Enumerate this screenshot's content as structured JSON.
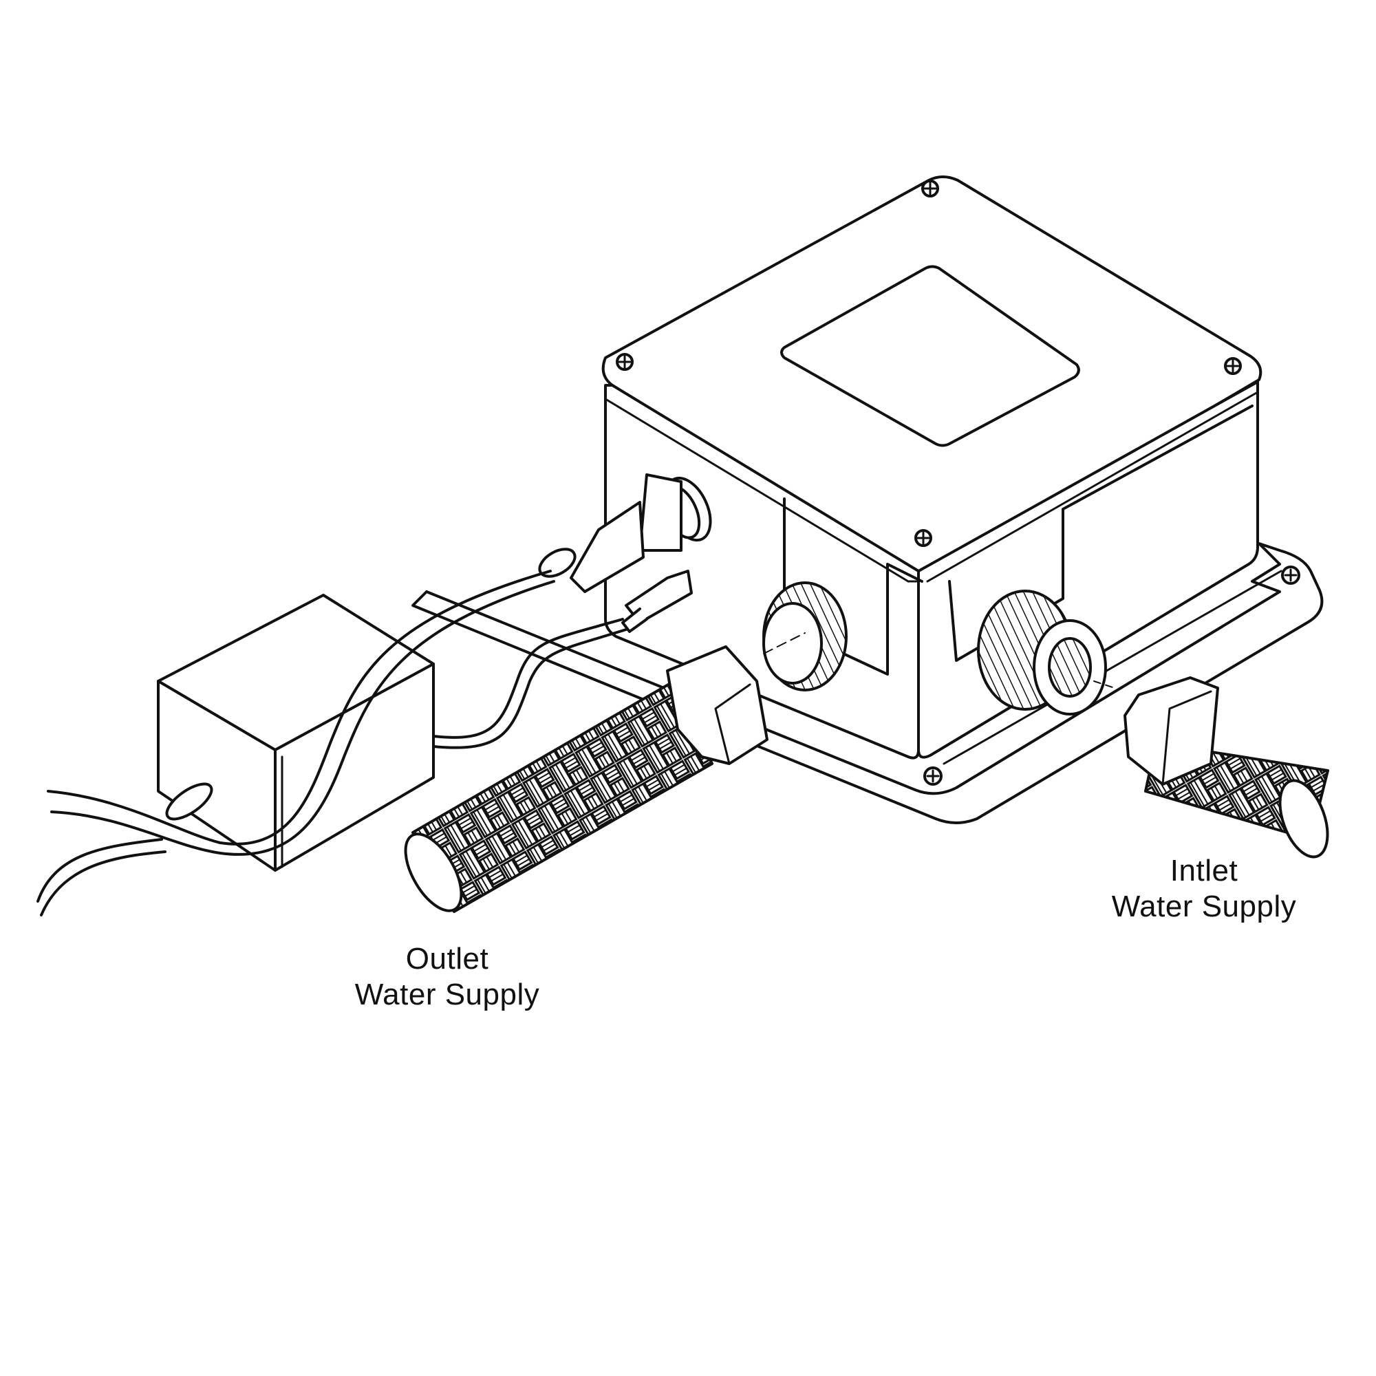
{
  "labels": {
    "outlet": {
      "line1": "Outlet",
      "line2": "Water Supply"
    },
    "inlet": {
      "line1": "Intlet",
      "line2": "Water Supply"
    }
  },
  "colors": {
    "stroke": "#111111",
    "fill": "#ffffff"
  },
  "parts": [
    "control-box",
    "power-adapter",
    "power-cable",
    "sensor-cable",
    "outlet-port",
    "inlet-port",
    "outlet-braided-hose",
    "inlet-braided-hose"
  ]
}
